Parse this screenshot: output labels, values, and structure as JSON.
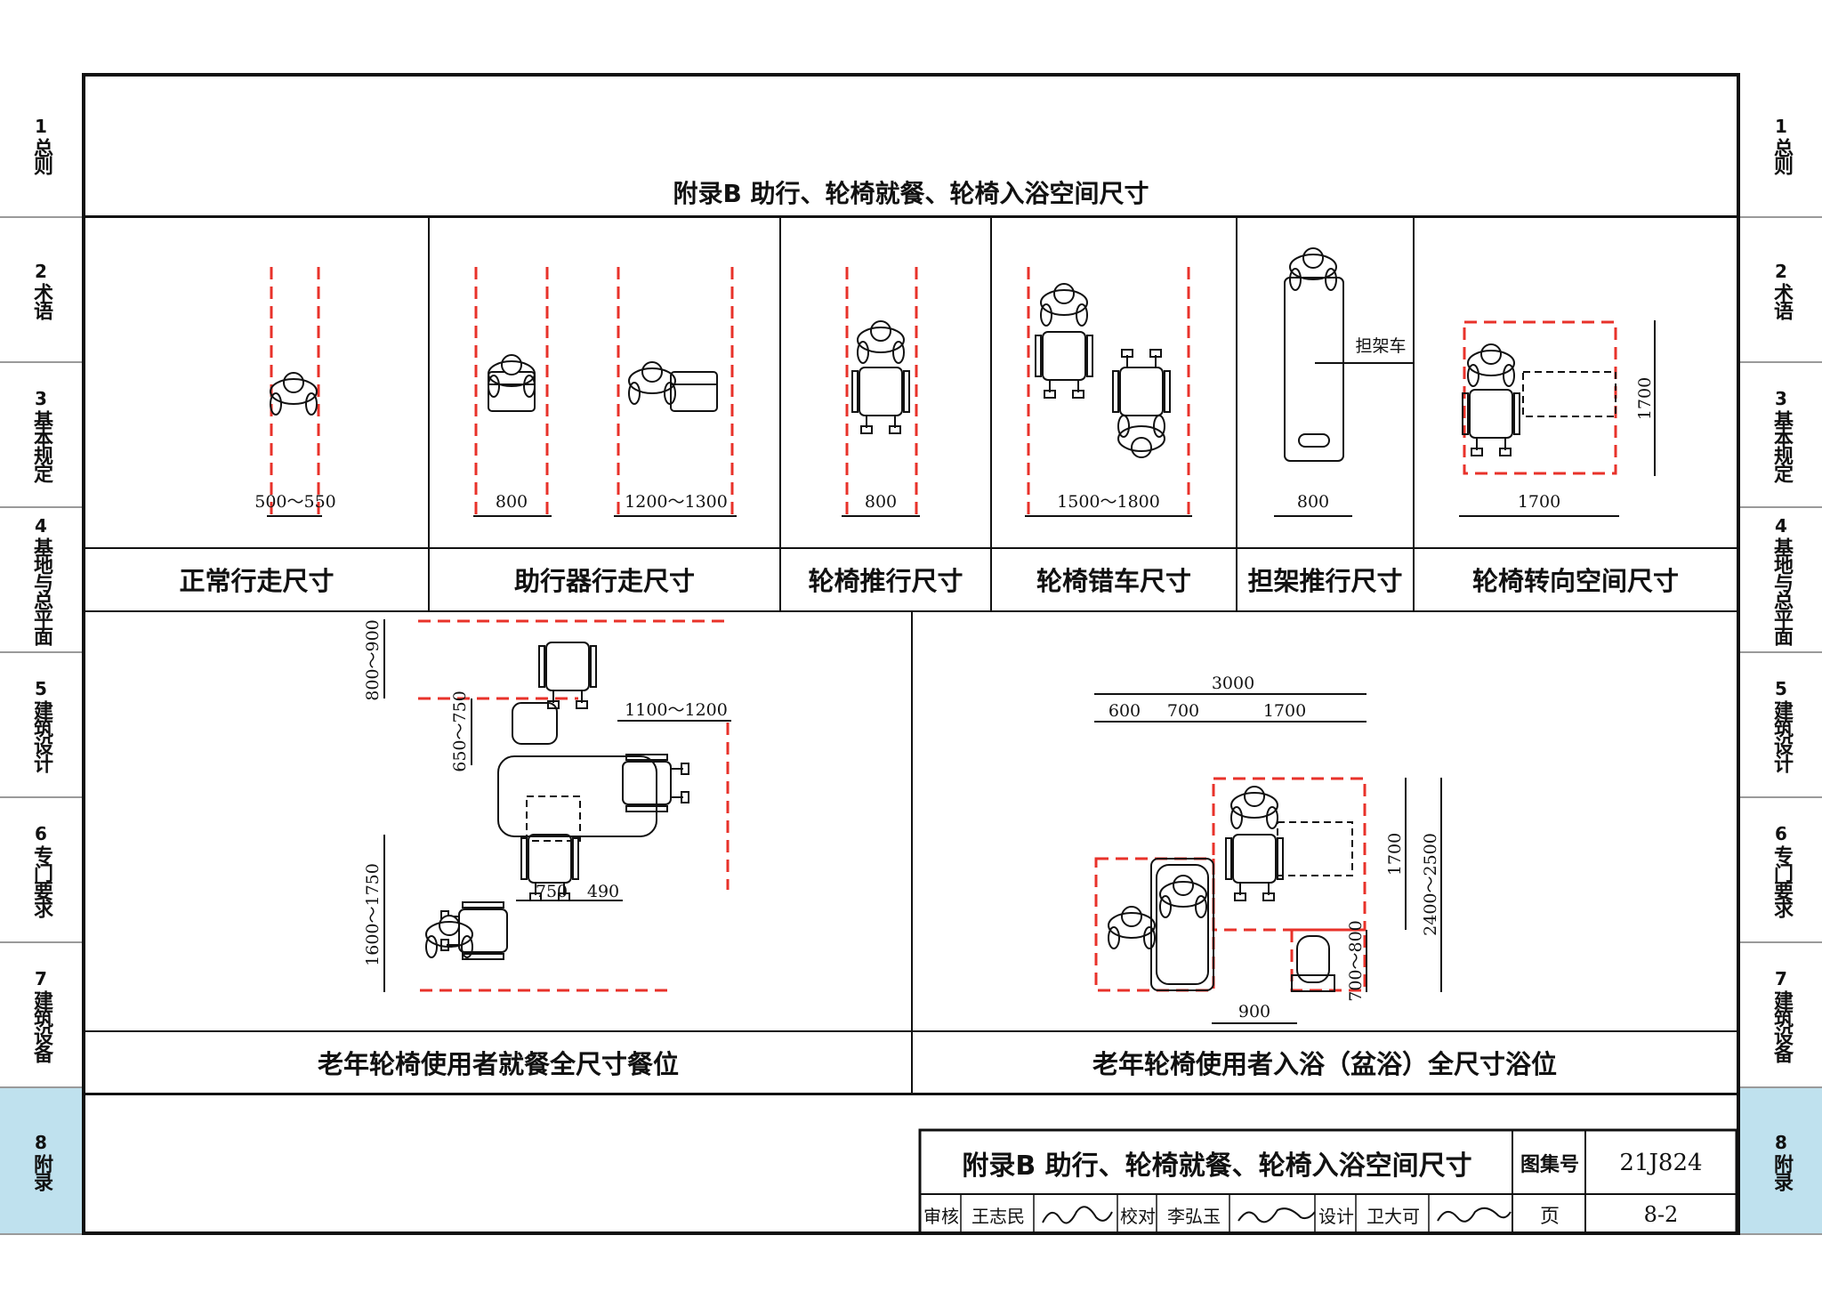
{
  "left_tabs": [
    {
      "num": "1",
      "label": "总则"
    },
    {
      "num": "2",
      "label": "术语"
    },
    {
      "num": "3",
      "label": "基本规定"
    },
    {
      "num": "4",
      "label": "基地与总平面"
    },
    {
      "num": "5",
      "label": "建筑设计"
    },
    {
      "num": "6",
      "label": "专门要求"
    },
    {
      "num": "7",
      "label": "建筑设备"
    },
    {
      "num": "8",
      "label": "附录"
    }
  ],
  "right_tabs": [
    {
      "num": "1",
      "label": "总则"
    },
    {
      "num": "2",
      "label": "术语"
    },
    {
      "num": "3",
      "label": "基本规定"
    },
    {
      "num": "4",
      "label": "基地与总平面"
    },
    {
      "num": "5",
      "label": "建筑设计"
    },
    {
      "num": "6",
      "label": "专门要求"
    },
    {
      "num": "7",
      "label": "建筑设备"
    },
    {
      "num": "8",
      "label": "附录"
    }
  ],
  "active_tab": "8",
  "page_title": "附录B  助行、轮椅就餐、轮椅入浴空间尺寸",
  "panels": {
    "walk": {
      "caption": "正常行走尺寸",
      "dim": "500～550"
    },
    "walker": {
      "caption": "助行器行走尺寸",
      "dim1": "800",
      "dim2": "1200～1300"
    },
    "push": {
      "caption": "轮椅推行尺寸",
      "dim": "800"
    },
    "pass": {
      "caption": "轮椅错车尺寸",
      "dim": "1500～1800"
    },
    "stretcher": {
      "caption": "担架推行尺寸",
      "dim": "800",
      "label": "担架车"
    },
    "turn": {
      "caption": "轮椅转向空间尺寸",
      "dim_h": "1700",
      "dim_v": "1700"
    },
    "dining": {
      "caption": "老年轮椅使用者就餐全尺寸餐位",
      "d1": "800～900",
      "d2": "650～750",
      "d3": "1100～1200",
      "d4": "1600～1750",
      "d5": "750",
      "d6": "490"
    },
    "bath": {
      "caption": "老年轮椅使用者入浴（盆浴）全尺寸浴位",
      "d_total": "3000",
      "d_a": "600",
      "d_b": "700",
      "d_c": "1700",
      "d_v1": "1700",
      "d_v2": "2400～2500",
      "d_v3": "700～800",
      "d_bottom": "900"
    }
  },
  "title_block": {
    "title": "附录B  助行、轮椅就餐、轮椅入浴空间尺寸",
    "atlas_label": "图集号",
    "atlas_no": "21J824",
    "page_label": "页",
    "page_no": "8-2",
    "review_label": "审核",
    "reviewer": "王志民",
    "check_label": "校对",
    "checker": "李弘玉",
    "design_label": "设计",
    "designer": "卫大可"
  },
  "colors": {
    "tab_active": "#bfe1ee",
    "dash_red": "#e8322a",
    "line": "#111111"
  }
}
